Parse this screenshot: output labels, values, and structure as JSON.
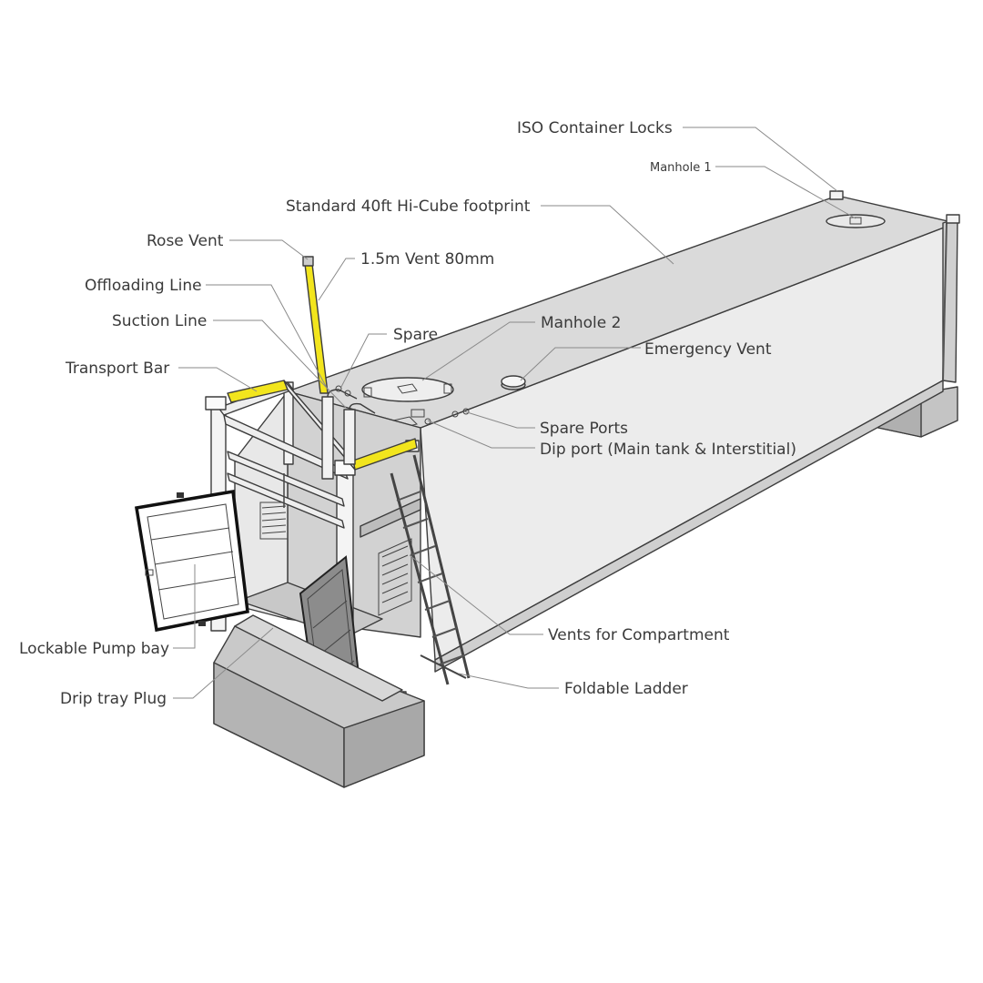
{
  "diagram": {
    "labels": {
      "iso_container_locks": "ISO Container Locks",
      "manhole_1": "Manhole 1",
      "standard_footprint": "Standard 40ft Hi-Cube footprint",
      "rose_vent": "Rose Vent",
      "vent_pipe": "1.5m Vent 80mm",
      "offloading_line": "Offloading Line",
      "suction_line": "Suction Line",
      "spare": "Spare",
      "manhole_2": "Manhole 2",
      "emergency_vent": "Emergency Vent",
      "transport_bar": "Transport Bar",
      "spare_ports": "Spare Ports",
      "dip_port": "Dip port (Main tank & Interstitial)",
      "vents_for_compartment": "Vents for Compartment",
      "lockable_pump_bay": "Lockable Pump bay",
      "foldable_ladder": "Foldable Ladder",
      "drip_tray_plug": "Drip tray Plug"
    },
    "colors": {
      "highlight_yellow": "#f2e51d",
      "tank_top": "#d9d9d9",
      "tank_side": "#ebebeb",
      "tank_end": "#e2e2e2",
      "plinth": "#bdbdbd",
      "outline": "#3c3c3c"
    }
  }
}
